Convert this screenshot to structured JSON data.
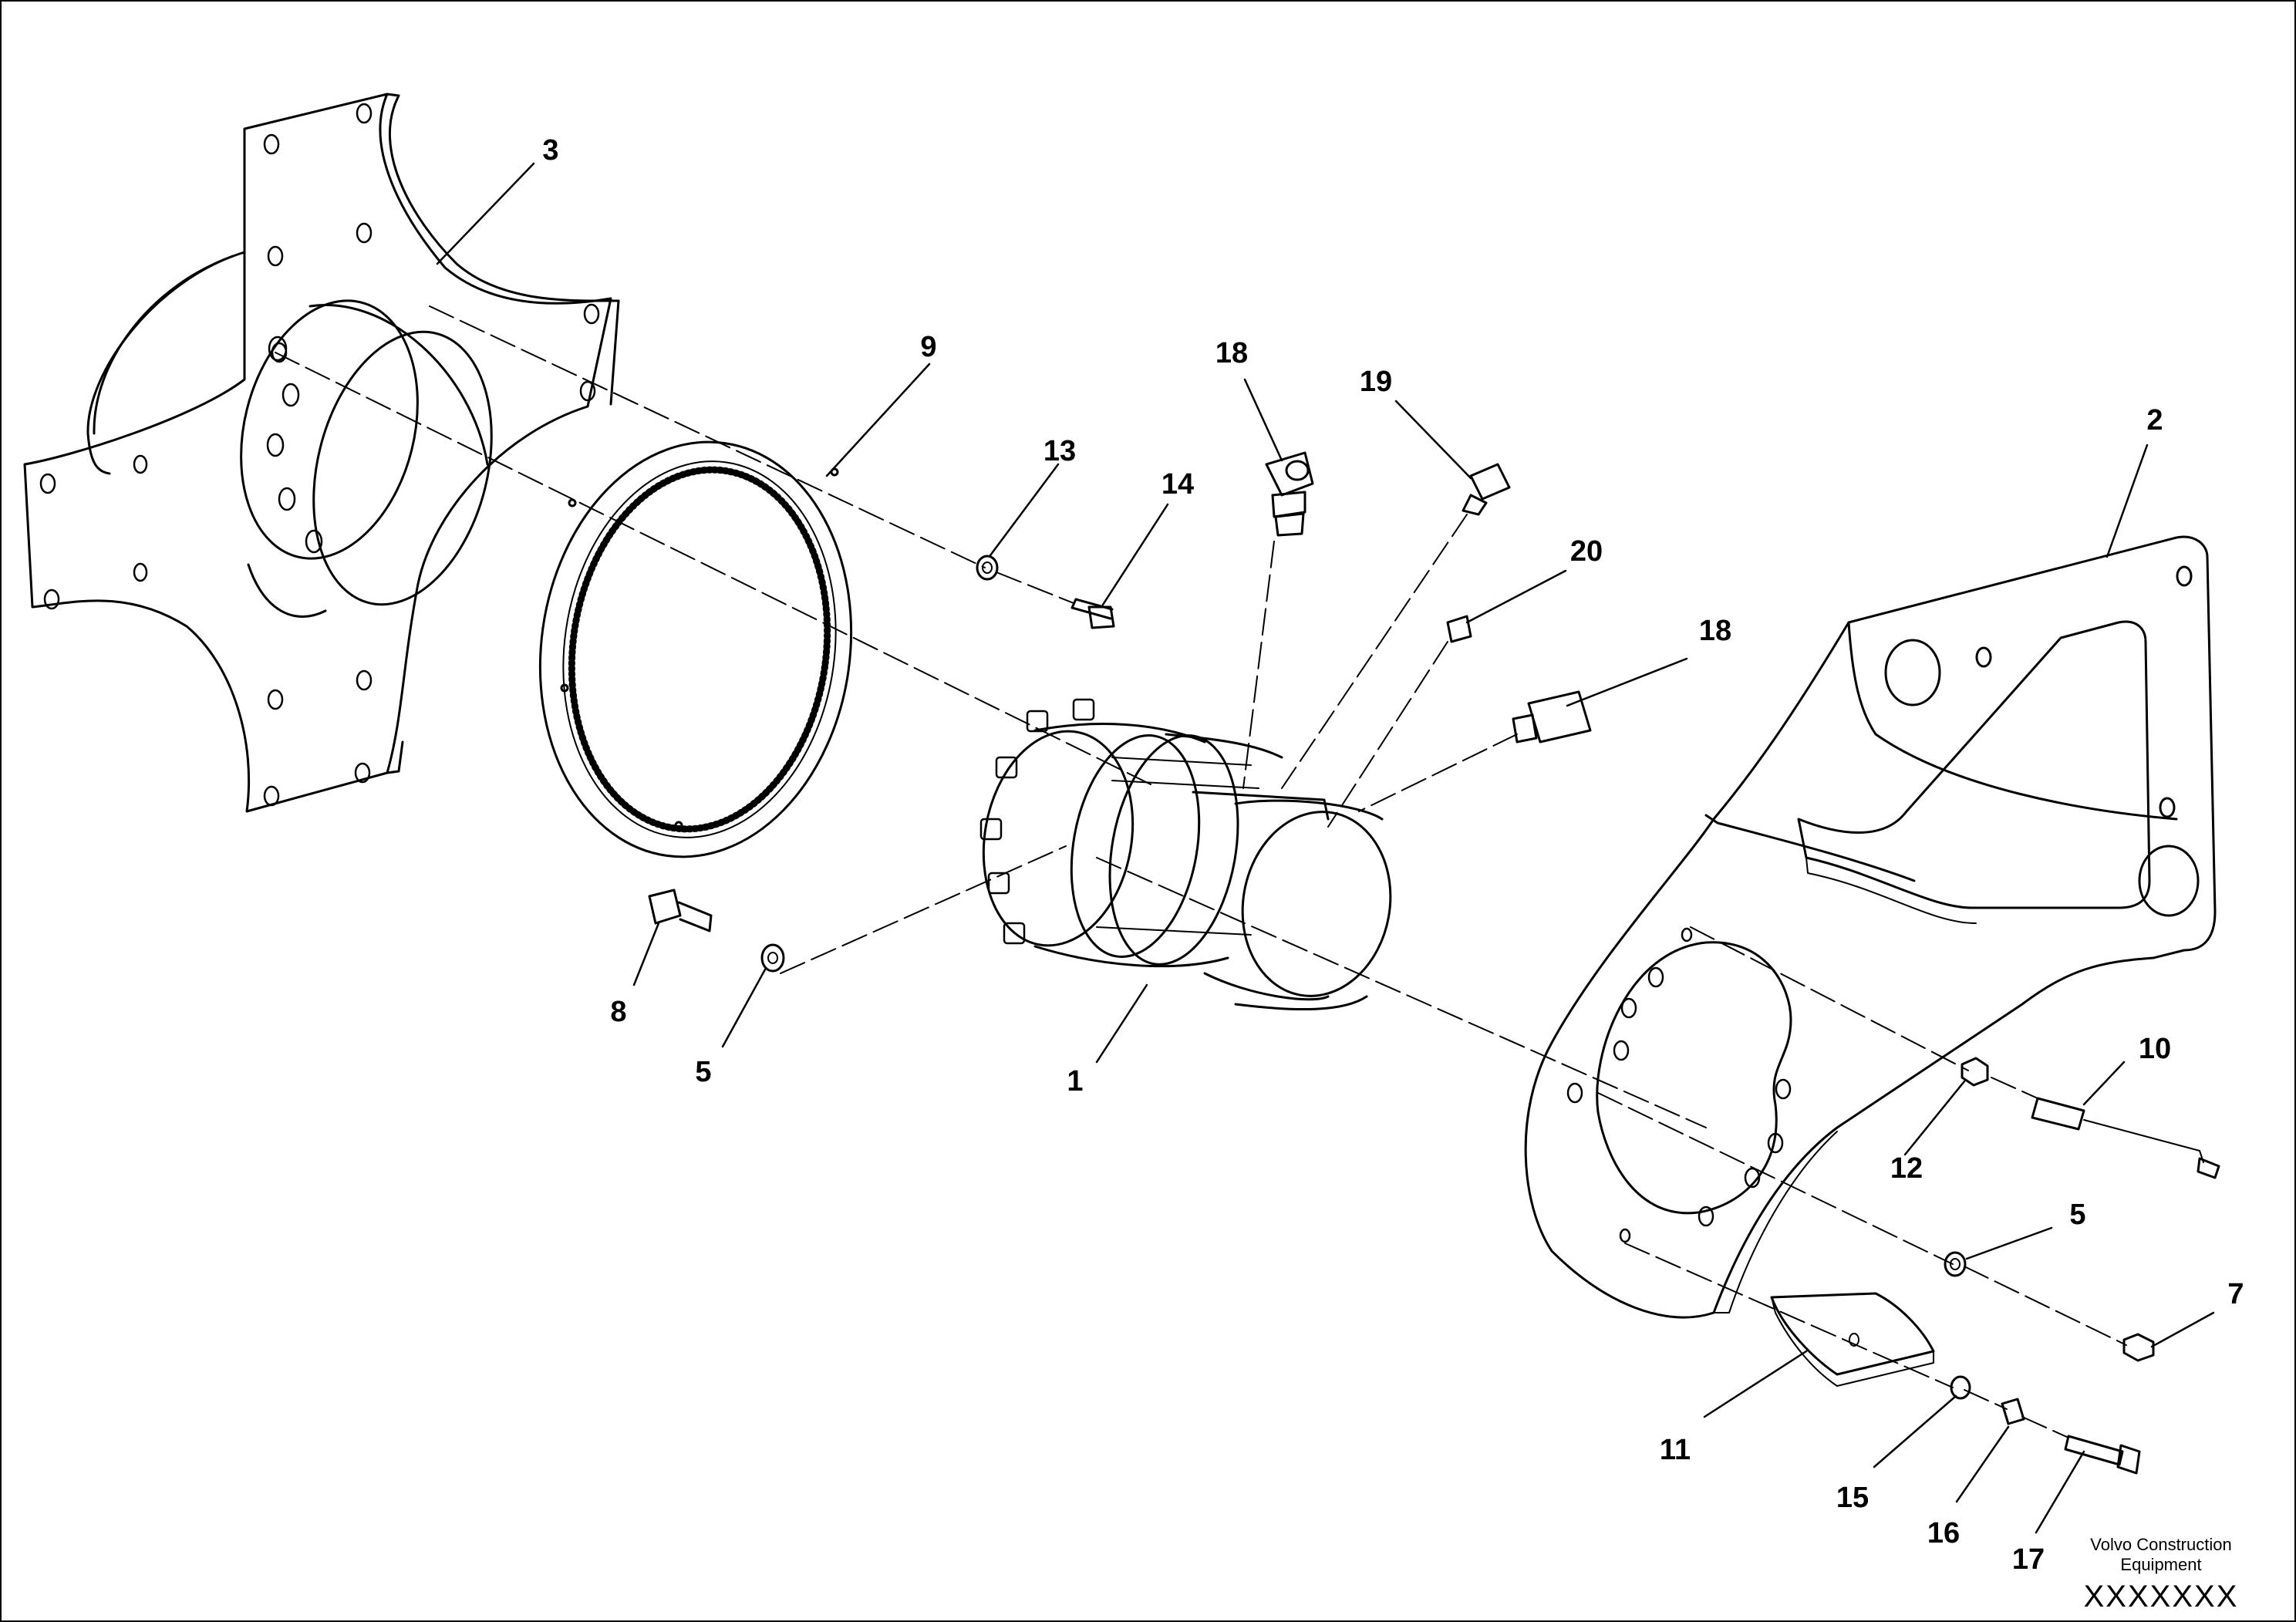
{
  "callouts": {
    "c1": "1",
    "c2": "2",
    "c3": "3",
    "c5a": "5",
    "c5b": "5",
    "c7": "7",
    "c8": "8",
    "c9": "9",
    "c10": "10",
    "c11": "11",
    "c12": "12",
    "c13": "13",
    "c14": "14",
    "c15": "15",
    "c16": "16",
    "c17": "17",
    "c18a": "18",
    "c18b": "18",
    "c19": "19",
    "c20": "20"
  },
  "footer": {
    "maker_line1": "Volvo Construction",
    "maker_line2": "Equipment",
    "drawing_code": "XXXXXXX"
  },
  "colors": {
    "line": "#000000",
    "background": "#ffffff"
  }
}
